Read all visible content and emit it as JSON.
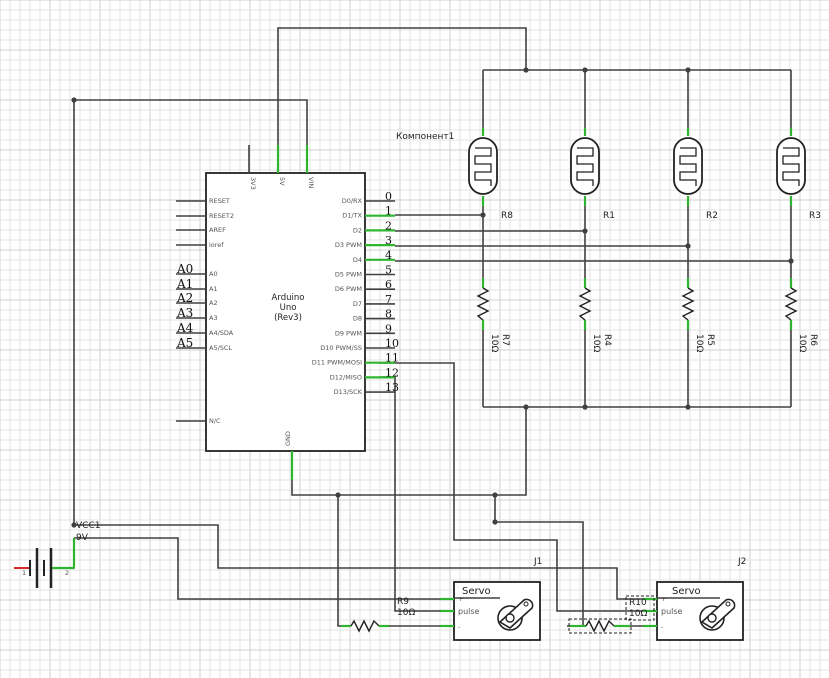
{
  "arduino": {
    "title_line1": "Arduino",
    "title_line2": "Uno",
    "title_line3": "(Rev3)",
    "left_pins": [
      "RESET",
      "RESET2",
      "AREF",
      "ioref"
    ],
    "analog_pins": [
      "A0",
      "A1",
      "A2",
      "A3",
      "A4/SDA",
      "A5/SCL"
    ],
    "analog_labels": [
      "A0",
      "A1",
      "A2",
      "A3",
      "A4",
      "A5"
    ],
    "nc_pin": "N/C",
    "top_pins": [
      "3V3",
      "5V",
      "VIN"
    ],
    "gnd_pin": "GND",
    "digital_pins": [
      "D0/RX",
      "D1/TX",
      "D2",
      "D3 PWM",
      "D4",
      "D5 PWM",
      "D6 PWM",
      "D7",
      "D8",
      "D9 PWM",
      "D10 PWM/SS",
      "D11 PWM/MOSI",
      "D12/MISO",
      "D13/SCK"
    ],
    "digital_numbers": [
      "0",
      "1",
      "2",
      "3",
      "4",
      "5",
      "6",
      "7",
      "8",
      "9",
      "10",
      "11",
      "12",
      "13"
    ]
  },
  "component_label": "Компонент1",
  "photoresistors": [
    {
      "name": "R8"
    },
    {
      "name": "R1"
    },
    {
      "name": "R2"
    },
    {
      "name": "R3"
    }
  ],
  "resistors": [
    {
      "name": "R7",
      "value": "10Ω"
    },
    {
      "name": "R4",
      "value": "10Ω"
    },
    {
      "name": "R5",
      "value": "10Ω"
    },
    {
      "name": "R6",
      "value": "10Ω"
    }
  ],
  "battery": {
    "name": "VCC1",
    "voltage": "9V",
    "pin_minus": "1",
    "pin_plus": "2"
  },
  "servos": [
    {
      "ref": "J1",
      "title": "Servo",
      "plus": "+",
      "pulse": "pulse",
      "minus": "-"
    },
    {
      "ref": "J2",
      "title": "Servo",
      "plus": "+",
      "pulse": "pulse",
      "minus": "-"
    }
  ],
  "servo_resistors": [
    {
      "name": "R9",
      "value": "10Ω"
    },
    {
      "name": "R10",
      "value": "10Ω"
    }
  ]
}
